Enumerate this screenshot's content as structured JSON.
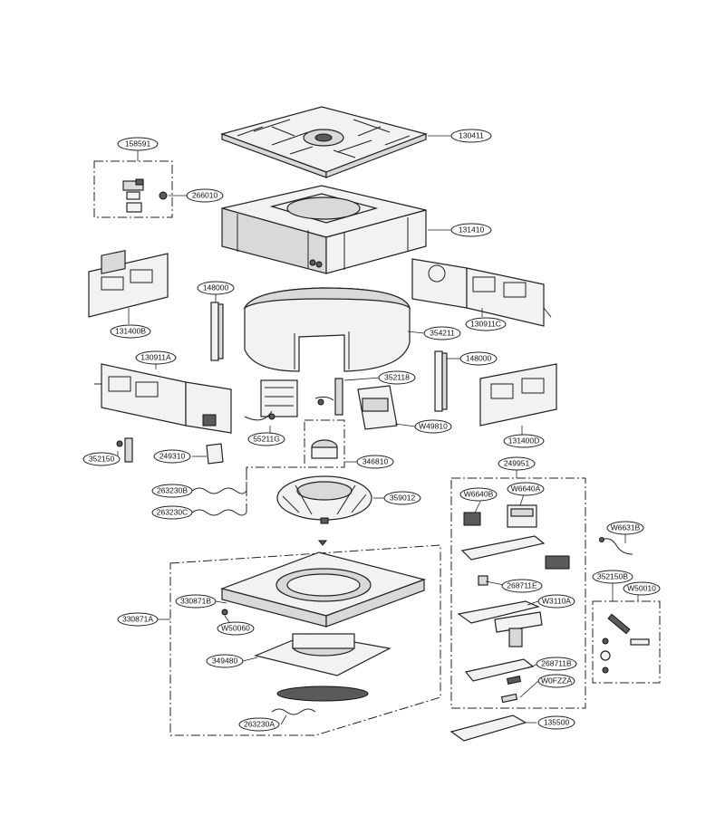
{
  "diagram": {
    "labels": {
      "p130411": "130411",
      "p158591": "158591",
      "p266010": "266010",
      "p131410": "131410",
      "p148000a": "148000",
      "p131400b": "131400B",
      "p130911c": "130911C",
      "p354211": "354211",
      "p130911a": "130911A",
      "p148000b": "148000",
      "p352118": "352118",
      "p131400d": "131400D",
      "pw49810": "W49810",
      "p55211g": "55211G",
      "p352150": "352150",
      "p249310": "249310",
      "p346810": "346810",
      "p249951": "249951",
      "p263230b": "263230B",
      "pw6640b": "W6640B",
      "pw6640a": "W6640A",
      "p359012": "359012",
      "p263230c": "263230C",
      "pw6631b": "W6631B",
      "p268711e": "268711E",
      "p352150b": "352150B",
      "pw50010": "W50010",
      "p330871b": "330871B",
      "pw3110a": "W3110A",
      "p330871a": "330871A",
      "pw50060": "W50060",
      "p349480": "349480",
      "p268711b": "268711B",
      "pw0fzza": "W0FZZA",
      "p263230a": "263230A",
      "p135500": "135500"
    }
  }
}
